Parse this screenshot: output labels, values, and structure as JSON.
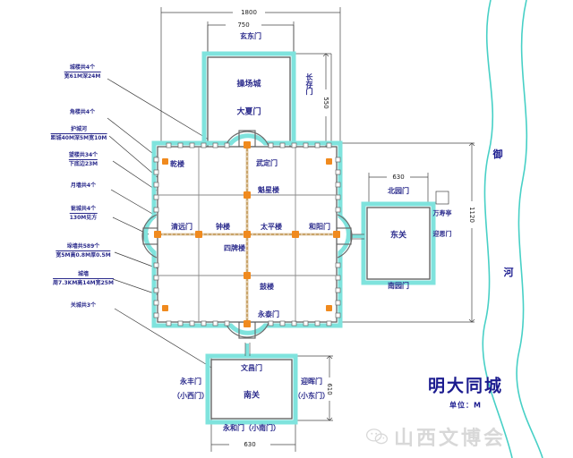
{
  "title": "明大同城",
  "unit_note": "单位：M",
  "river_label_top": "御",
  "river_label_bottom": "河",
  "watermark": "山西文博会",
  "dimensions": {
    "top_outer": "1800",
    "top_inner": "750",
    "caochang_right": "550",
    "east_top": "630",
    "east_right": "1120",
    "south_bottom": "630",
    "south_right": "610"
  },
  "north_block": {
    "gate_top": "玄东门",
    "name": "操场城",
    "gate_bottom": "大夏门",
    "gate_right": "长存门"
  },
  "east_block": {
    "gate_top": "北园门",
    "name": "东关",
    "gate_bottom": "南园门",
    "pavilion": "万寿亭",
    "gate_right": "迎恩门"
  },
  "south_block": {
    "gate_top": "文昌门",
    "name": "南关",
    "gate_left": "永丰门\n（小西门）",
    "gate_left_main": "永丰门",
    "gate_left_sub": "（小西门）",
    "gate_right_main": "迎晖门",
    "gate_right_sub": "（小东门）",
    "gate_bottom": "永和门（小南门）"
  },
  "main_city": {
    "corner_tower": "乾楼",
    "north_gate": "武定门",
    "kuixing_tower": "魁星楼",
    "west_gate": "清远门",
    "bell_tower": "钟楼",
    "taiping_tower": "太平楼",
    "east_gate": "和阳门",
    "sipailou": "四牌楼",
    "drum_tower": "鼓楼",
    "south_gate": "永泰门"
  },
  "annotations": [
    {
      "line1": "城楼共4个",
      "line2": "宽61M深24M"
    },
    {
      "line1": "角楼共4个",
      "line2": ""
    },
    {
      "line1": "护城河",
      "line2": "距城40M深5M宽10M"
    },
    {
      "line1": "望楼共34个",
      "line2": "下底边23M"
    },
    {
      "line1": "月墙共4个",
      "line2": ""
    },
    {
      "line1": "瓮城共4个",
      "line2": "130M见方"
    },
    {
      "line1": "垛墙共589个",
      "line2": "宽5M高0.8M厚0.5M"
    },
    {
      "line1": "城墙",
      "line2": "周7.3KM高14M宽25M"
    },
    {
      "line1": "关城共3个",
      "line2": ""
    }
  ],
  "colors": {
    "wall_cyan": "#7fe3dd",
    "node_orange": "#f08a1e",
    "street_tan": "#c9a46a",
    "label_blue": "#2b2b8c",
    "river": "#47d0c6"
  }
}
